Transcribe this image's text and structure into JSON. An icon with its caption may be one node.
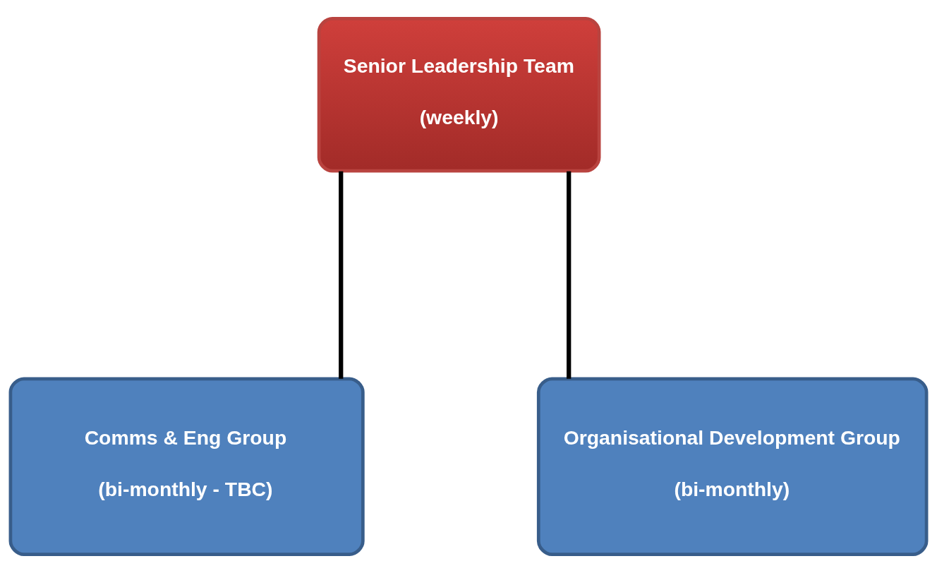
{
  "diagram": {
    "nodes": [
      {
        "text": [
          "Senior Leadership Team",
          "(weekly)"
        ]
      },
      {
        "text": [
          "Comms & Eng Group",
          "(bi-monthly - TBC)"
        ]
      },
      {
        "text": [
          "Organisational Development Group",
          "(bi-monthly)"
        ]
      }
    ],
    "edges": [
      {
        "from": 0,
        "to": 1,
        "arrow": "none"
      },
      {
        "from": 0,
        "to": 2,
        "arrow": "none"
      }
    ]
  }
}
